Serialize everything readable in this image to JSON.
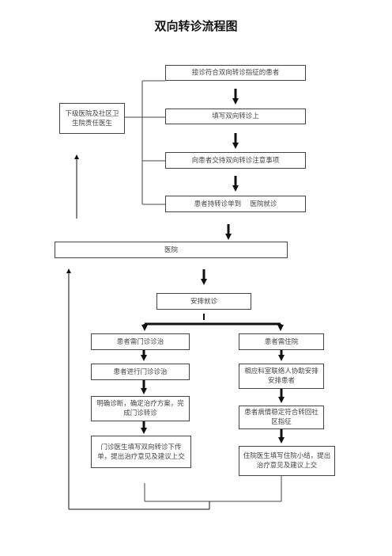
{
  "title": "双向转诊流程图",
  "nodes": {
    "receive_patient": "接诊符合双向转诊指征的患者",
    "lower_doctor": "下级医院及社区卫生院责任医生",
    "fill_form": "填写双向转诊上",
    "explain_notes": "向患者交待双向转诊注意事项",
    "patient_goes": "患者持转诊单到　 医院就诊",
    "hospital": "医院",
    "arrange": "安排就诊",
    "outpatient_need": "患者需门诊诊治",
    "inpatient_need": "患者需住院",
    "outpatient_treat": "患者进行门诊诊治",
    "dept_contact": "相应科室联络人协助安排安排患者",
    "diagnose": "明确诊断，确定治疗方案，完成门诊转诊",
    "stable": "患者病情稳定符合转回社区指征",
    "outpatient_form": "门诊医生填写双向转诊下传单，提出治疗意见及建议上交",
    "inpatient_form": "住院医生填写住院小结，提出治疗意见及建议上交"
  }
}
